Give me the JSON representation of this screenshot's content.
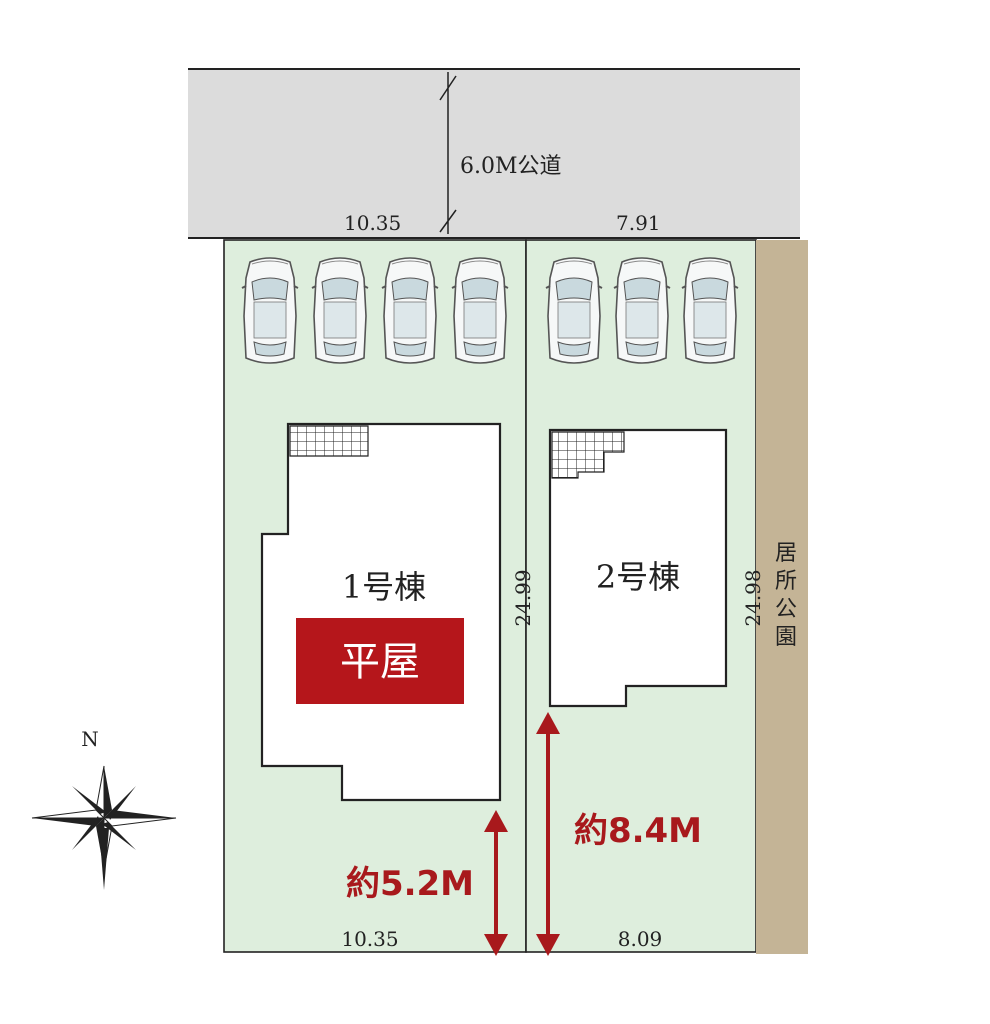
{
  "road": {
    "label": "6.0M公道",
    "frontage_lot1": "10.35",
    "frontage_lot2": "7.91"
  },
  "lot1": {
    "building_name": "1号棟",
    "badge": "平屋",
    "side_length": "24.99",
    "rear_width": "10.35",
    "setback": "約5.2M"
  },
  "lot2": {
    "building_name": "2号棟",
    "side_length": "24.98",
    "rear_width": "8.09",
    "setback": "約8.4M"
  },
  "park": {
    "label": "居所公園"
  },
  "compass": {
    "north": "N"
  },
  "parking": {
    "lot1_cars": 4,
    "lot2_cars": 3
  },
  "colors": {
    "lot_fill": "#deeedd",
    "road_fill": "#dcdcdc",
    "park_fill": "#c4b496",
    "accent_red": "#a8191c",
    "badge_red": "#b5161b"
  }
}
